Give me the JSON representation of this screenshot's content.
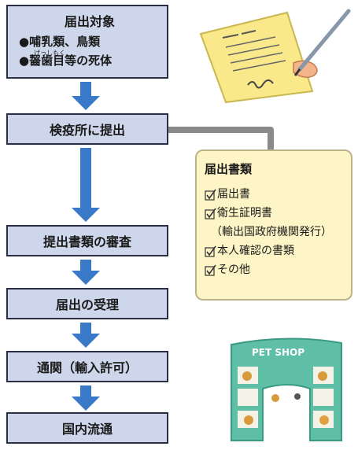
{
  "flow": {
    "step1": {
      "title": "届出対象",
      "bullet1": "●哺乳類、鳥類",
      "bullet2_prefix": "●",
      "bullet2_ruby_base": "齧歯目",
      "bullet2_ruby": "げっしもく",
      "bullet2_rest": "等の死体"
    },
    "step2": "検疫所に提出",
    "step3": "提出書類の審査",
    "step4": "届出の受理",
    "step5": "通関（輸入許可）",
    "step6": "国内流通"
  },
  "documents": {
    "title": "届出書類",
    "items": [
      "届出書",
      "衛生証明書",
      "（輸出国政府機関発行）",
      "本人確認の書類",
      "その他"
    ]
  },
  "shop_sign": "PET SHOP",
  "colors": {
    "box_fill": "#cdd6ea",
    "box_border": "#2a2f45",
    "arrow": "#3a78c8",
    "panel_fill": "#fdf5c6",
    "connector": "#8a8a8a"
  }
}
